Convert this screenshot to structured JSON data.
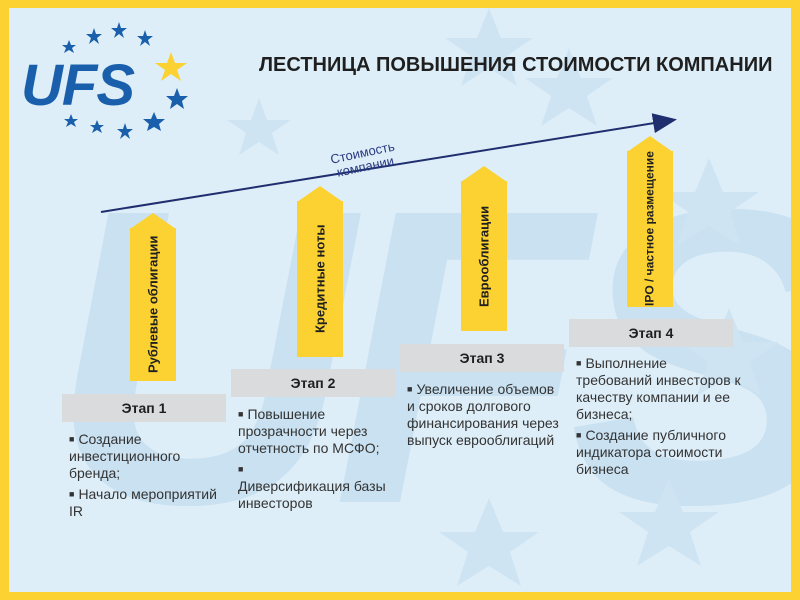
{
  "logo": {
    "text": "UFS"
  },
  "title": "ЛЕСТНИЦА ПОВЫШЕНИЯ СТОИМОСТИ КОМПАНИИ",
  "arrow_label": "Стоимость компании",
  "colors": {
    "yellow": "#fbd232",
    "navy": "#1f2e6e",
    "blue": "#1a5fab",
    "background": "#ddeef8",
    "stage_box": "#dadbdd"
  },
  "pillars": [
    {
      "label": "Рублевые облигации"
    },
    {
      "label": "Кредитные ноты"
    },
    {
      "label": "Еврооблигации"
    },
    {
      "label": "IPO / частное размещение"
    }
  ],
  "stages": [
    {
      "label": "Этап 1",
      "items": [
        "Создание инвестиционного бренда;",
        "Начало мероприятий IR"
      ]
    },
    {
      "label": "Этап 2",
      "items": [
        "Повышение прозрачности через отчетность по МСФО;",
        "Диверсификация базы инвесторов"
      ]
    },
    {
      "label": "Этап 3",
      "items": [
        "Увеличение объемов и сроков долгового финансирования через выпуск еврооблигаций"
      ]
    },
    {
      "label": "Этап 4",
      "items": [
        "Выполнение требований инвесторов к качеству компании и ее бизнеса;",
        "Создание публичного индикатора стоимости бизнеса"
      ]
    }
  ]
}
